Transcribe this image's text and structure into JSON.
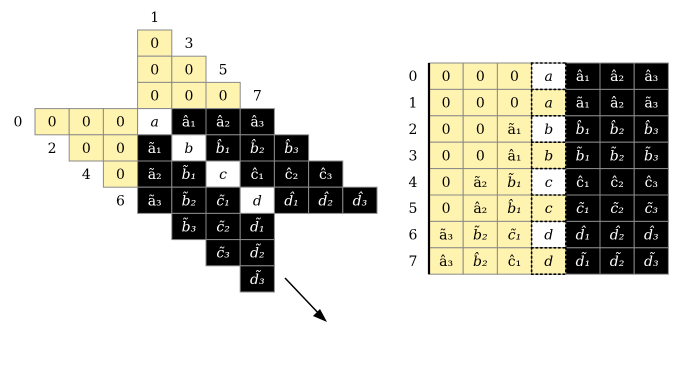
{
  "left": {
    "top_labels": [
      "1",
      "3",
      "5",
      "7"
    ],
    "side_labels": [
      "0",
      "2",
      "4",
      "6"
    ],
    "rows": [
      [
        [
          "0",
          "y"
        ]
      ],
      [
        [
          "0",
          "y"
        ],
        [
          "0",
          "y"
        ]
      ],
      [
        [
          "0",
          "y"
        ],
        [
          "0",
          "y"
        ],
        [
          "0",
          "y"
        ]
      ],
      [
        [
          "0",
          "y"
        ],
        [
          "0",
          "y"
        ],
        [
          "0",
          "y"
        ],
        [
          "a",
          "w"
        ],
        [
          "â₁",
          "b"
        ],
        [
          "â₂",
          "b"
        ],
        [
          "â₃",
          "b"
        ]
      ],
      [
        [
          "0",
          "y"
        ],
        [
          "0",
          "y"
        ],
        [
          "ã₁",
          "b"
        ],
        [
          "b",
          "w"
        ],
        [
          "b̂₁",
          "b"
        ],
        [
          "b̂₂",
          "b"
        ],
        [
          "b̂₃",
          "b"
        ]
      ],
      [
        [
          "0",
          "y"
        ],
        [
          "ã₂",
          "b"
        ],
        [
          "b̃₁",
          "b"
        ],
        [
          "c",
          "w"
        ],
        [
          "ĉ₁",
          "b"
        ],
        [
          "ĉ₂",
          "b"
        ],
        [
          "ĉ₃",
          "b"
        ]
      ],
      [
        [
          "ã₃",
          "b"
        ],
        [
          "b̃₂",
          "b"
        ],
        [
          "c̃₁",
          "b"
        ],
        [
          "d",
          "w"
        ],
        [
          "d̂₁",
          "b"
        ],
        [
          "d̂₂",
          "b"
        ],
        [
          "d̂₃",
          "b"
        ]
      ],
      [
        [
          "b̃₃",
          "b"
        ],
        [
          "c̃₂",
          "b"
        ],
        [
          "d̃₁",
          "b"
        ]
      ],
      [
        [
          "c̃₃",
          "b"
        ],
        [
          "d̃₂",
          "b"
        ]
      ],
      [
        [
          "d̃₃",
          "b"
        ]
      ]
    ]
  },
  "right": {
    "row_labels": [
      "0",
      "1",
      "2",
      "3",
      "4",
      "5",
      "6",
      "7"
    ],
    "rows": [
      [
        [
          "0",
          "y"
        ],
        [
          "0",
          "y"
        ],
        [
          "0",
          "y"
        ],
        [
          "a",
          "w"
        ],
        [
          "â₁",
          "b"
        ],
        [
          "â₂",
          "b"
        ],
        [
          "â₃",
          "b"
        ]
      ],
      [
        [
          "0",
          "y"
        ],
        [
          "0",
          "y"
        ],
        [
          "0",
          "y"
        ],
        [
          "a",
          "y"
        ],
        [
          "ã₁",
          "b"
        ],
        [
          "â₂",
          "b"
        ],
        [
          "ã₃",
          "b"
        ]
      ],
      [
        [
          "0",
          "y"
        ],
        [
          "0",
          "y"
        ],
        [
          "ã₁",
          "y"
        ],
        [
          "b",
          "w"
        ],
        [
          "b̂₁",
          "b"
        ],
        [
          "b̂₂",
          "b"
        ],
        [
          "b̂₃",
          "b"
        ]
      ],
      [
        [
          "0",
          "y"
        ],
        [
          "0",
          "y"
        ],
        [
          "â₁",
          "y"
        ],
        [
          "b",
          "y"
        ],
        [
          "b̃₁",
          "b"
        ],
        [
          "b̃₂",
          "b"
        ],
        [
          "b̃₃",
          "b"
        ]
      ],
      [
        [
          "0",
          "y"
        ],
        [
          "ã₂",
          "y"
        ],
        [
          "b̃₁",
          "y"
        ],
        [
          "c",
          "w"
        ],
        [
          "ĉ₁",
          "b"
        ],
        [
          "ĉ₂",
          "b"
        ],
        [
          "ĉ₃",
          "b"
        ]
      ],
      [
        [
          "0",
          "y"
        ],
        [
          "â₂",
          "y"
        ],
        [
          "b̂₁",
          "y"
        ],
        [
          "c",
          "y"
        ],
        [
          "c̃₁",
          "b"
        ],
        [
          "c̃₂",
          "b"
        ],
        [
          "c̃₃",
          "b"
        ]
      ],
      [
        [
          "ã₃",
          "y"
        ],
        [
          "b̃₂",
          "y"
        ],
        [
          "c̃₁",
          "y"
        ],
        [
          "d",
          "w"
        ],
        [
          "d̂₁",
          "b"
        ],
        [
          "d̂₂",
          "b"
        ],
        [
          "d̂₃",
          "b"
        ]
      ],
      [
        [
          "â₃",
          "y"
        ],
        [
          "b̂₂",
          "y"
        ],
        [
          "ĉ₁",
          "y"
        ],
        [
          "d",
          "y"
        ],
        [
          "d̃₁",
          "b"
        ],
        [
          "d̃₂",
          "b"
        ],
        [
          "d̃₃",
          "b"
        ]
      ]
    ]
  }
}
